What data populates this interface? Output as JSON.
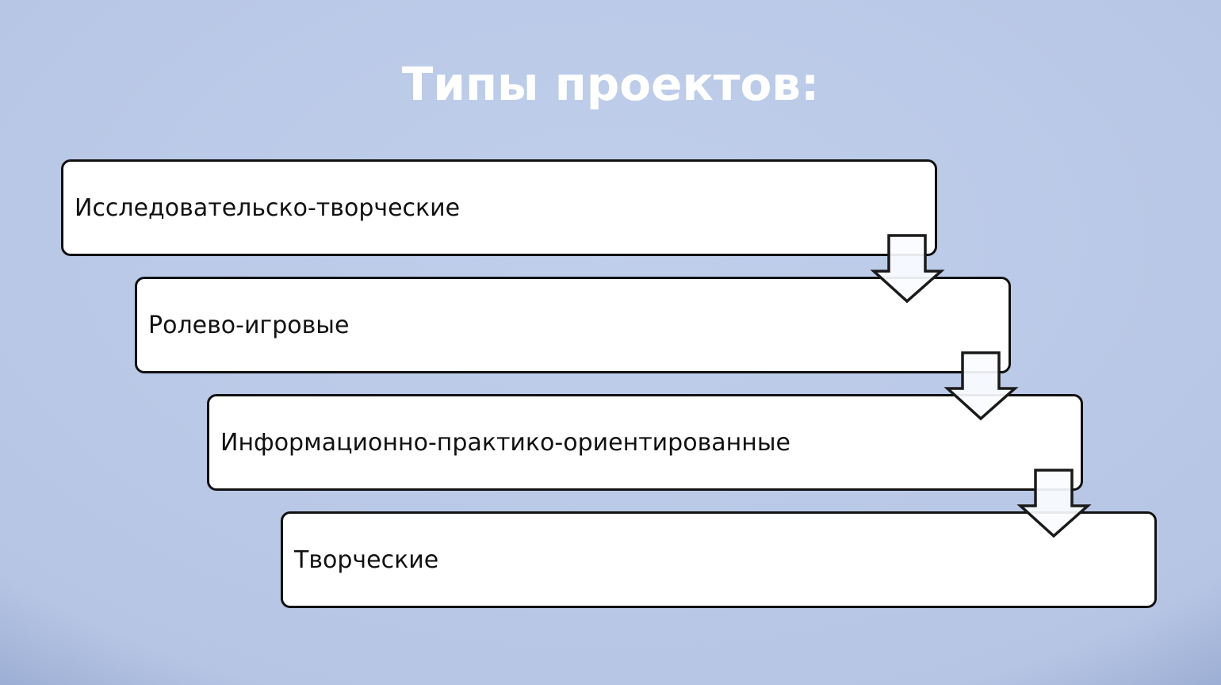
{
  "title": "Типы проектов:",
  "items": [
    {
      "label": "Исследовательско-творческие"
    },
    {
      "label": "Ролево-игровые"
    },
    {
      "label": "Информационно-практико-ориентированные"
    },
    {
      "label": "Творческие"
    }
  ],
  "colors": {
    "box_fill": "#ffffff",
    "box_border": "#111111",
    "title": "#ffffff"
  }
}
